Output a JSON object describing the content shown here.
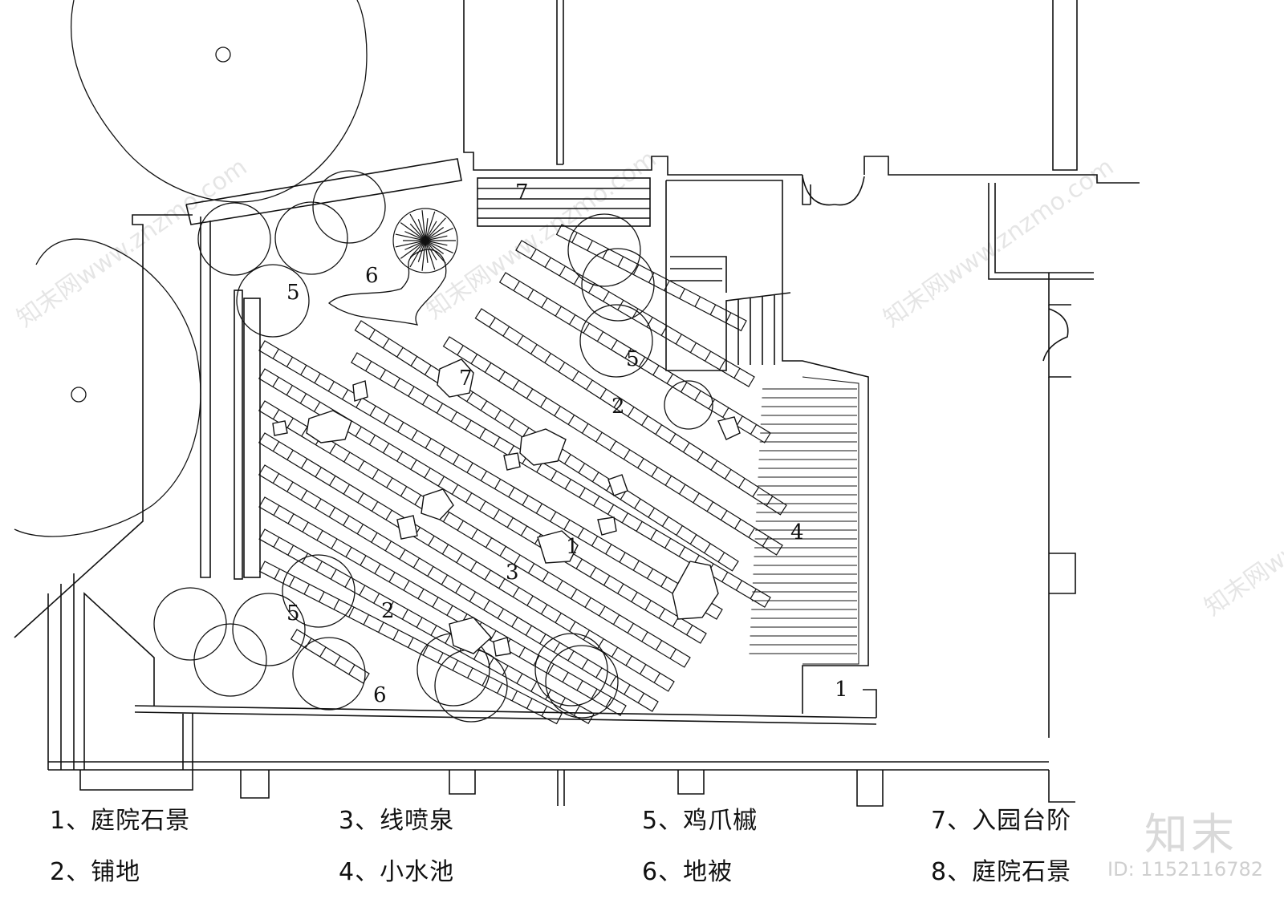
{
  "plan": {
    "zone_labels": [
      {
        "id": "z6a",
        "text": "6"
      },
      {
        "id": "z5a",
        "text": "5"
      },
      {
        "id": "z7a",
        "text": "7"
      },
      {
        "id": "z7b",
        "text": "7"
      },
      {
        "id": "z5b",
        "text": "5"
      },
      {
        "id": "z2a",
        "text": "2"
      },
      {
        "id": "z4",
        "text": "4"
      },
      {
        "id": "z1a",
        "text": "1"
      },
      {
        "id": "z3",
        "text": "3"
      },
      {
        "id": "z2b",
        "text": "2"
      },
      {
        "id": "z5c",
        "text": "5"
      },
      {
        "id": "z6b",
        "text": "6"
      },
      {
        "id": "z1b",
        "text": "1"
      }
    ]
  },
  "legend": [
    {
      "text": "1、庭院石景"
    },
    {
      "text": "3、线喷泉"
    },
    {
      "text": "5、鸡爪槭"
    },
    {
      "text": "7、入园台阶"
    },
    {
      "text": "2、铺地"
    },
    {
      "text": "4、小水池"
    },
    {
      "text": "6、地被"
    },
    {
      "text": "8、庭院石景"
    }
  ],
  "watermark": {
    "text": "知末网www.znzmo.com",
    "brand": "知末",
    "id_label": "ID: 1152116782"
  }
}
